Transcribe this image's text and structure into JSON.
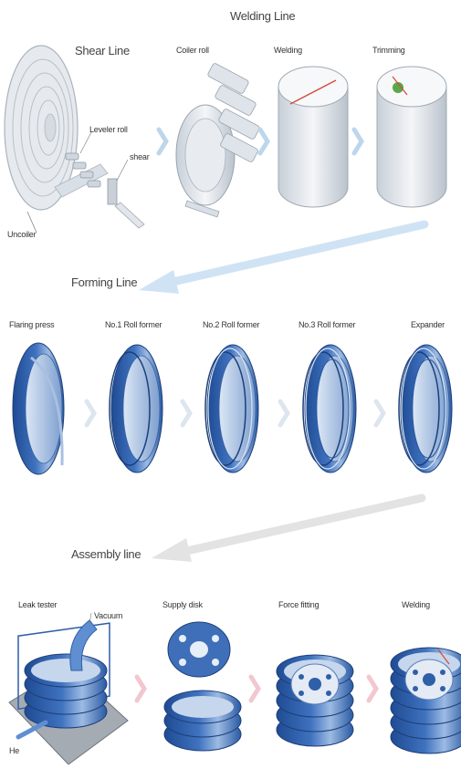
{
  "sections": {
    "welding_line": "Welding Line",
    "shear_line": "Shear Line",
    "forming_line": "Forming Line",
    "assembly_line": "Assembly line"
  },
  "shear": {
    "uncoiler": "Uncoiler",
    "leveler_roll": "Leveler roll",
    "shear": "shear"
  },
  "welding": {
    "coiler_roll": "Coiler roll",
    "welding": "Welding",
    "trimming": "Trimming"
  },
  "forming": {
    "flaring_press": "Flaring press",
    "roll_former_1": "No.1 Roll former",
    "roll_former_2": "No.2 Roll former",
    "roll_former_3": "No.3 Roll former",
    "expander": "Expander"
  },
  "assembly": {
    "leak_tester": "Leak tester",
    "vacuum": "Vacuum",
    "he": "He",
    "supply_disk": "Supply disk",
    "force_fitting": "Force fitting",
    "welding": "Welding"
  },
  "colors": {
    "wheel_blue": "#2f5fa8",
    "wheel_light": "#8fb0dc",
    "sheet_gray": "#d9dfe6",
    "flow_arrow_blue": "#cfe3f4",
    "flow_arrow_gray": "#e3e3e3",
    "chevron_blue": "#bcd6ec",
    "chevron_pink": "#f2c7cf",
    "weld_red": "#d24a3a"
  }
}
